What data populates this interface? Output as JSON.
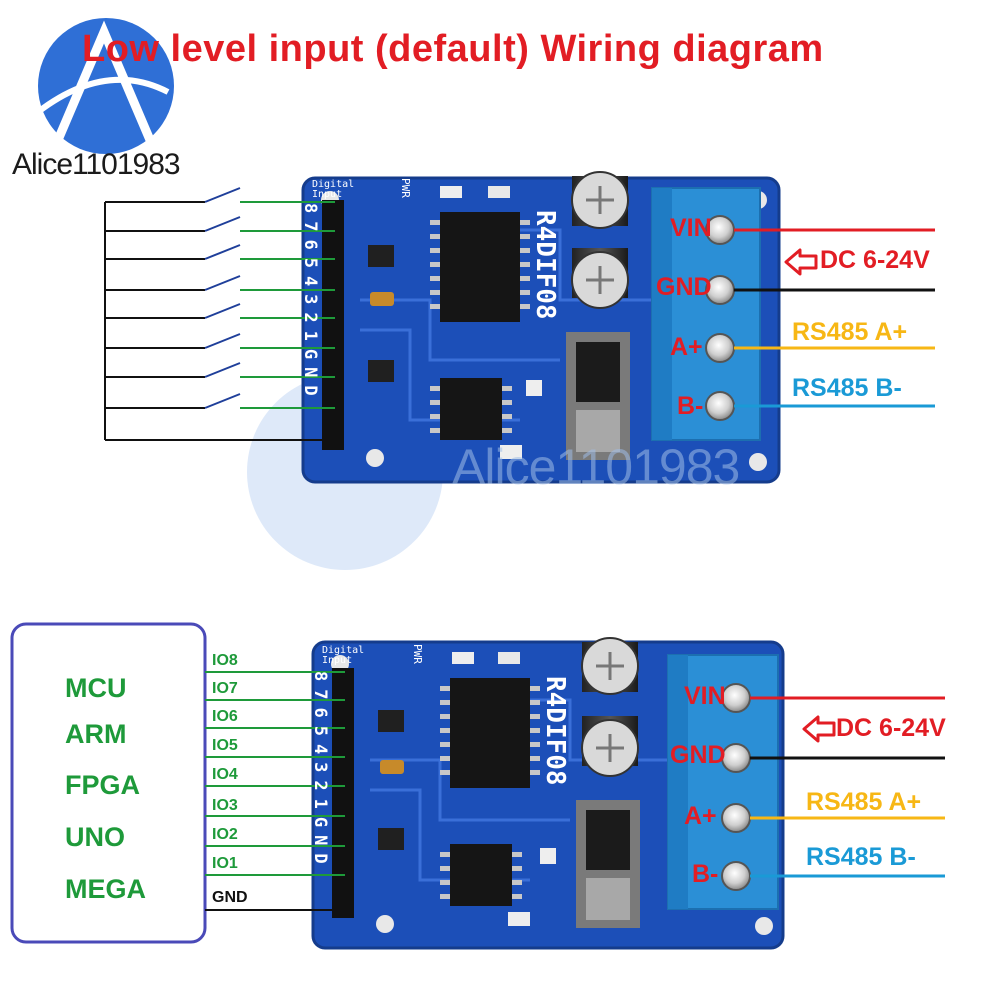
{
  "title": "Low level input (default)  Wiring diagram",
  "brand": "Alice1101983",
  "watermark": "Alice1101983",
  "board": {
    "name": "R4DIF08",
    "digital_input_label": "Digital Input",
    "pwr_label": "PWR",
    "pin_labels": "87654321GND",
    "terminal_labels": [
      "VIN",
      "GND",
      "A+",
      "B-"
    ]
  },
  "power_label": "DC 6-24V",
  "rs485_a": "RS485 A+",
  "rs485_b": "RS485 B-",
  "controllers": [
    "MCU",
    "ARM",
    "FPGA",
    "UNO",
    "MEGA"
  ],
  "io_labels": [
    "IO8",
    "IO7",
    "IO6",
    "IO5",
    "IO4",
    "IO3",
    "IO2",
    "IO1"
  ],
  "gnd_label": "GND",
  "colors": {
    "pcb": "#1c4fb8",
    "title_red": "#e21d24",
    "wire_green": "#1e9a3a",
    "rs485_a": "#f7b715",
    "rs485_b": "#1a9ad6",
    "terminal_block": "#2b8fd6",
    "mcu_box": "#4a4ab8"
  },
  "icons": [
    "arrow-left-outline-icon",
    "brand-logo-icon",
    "electrolytic-capacitor-icon",
    "ic-chip-icon",
    "screw-terminal-icon"
  ]
}
